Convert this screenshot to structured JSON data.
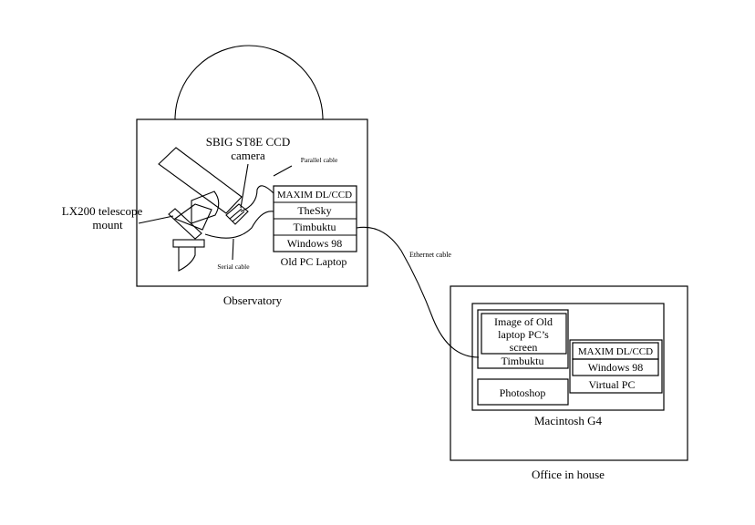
{
  "observatory": {
    "label": "Observatory",
    "camera_label_1": "SBIG ST8E CCD",
    "camera_label_2": "camera",
    "mount_label_1": "LX200 telescope",
    "mount_label_2": "mount",
    "parallel_cable": "Parallel cable",
    "serial_cable": "Serial cable",
    "laptop": {
      "label": "Old PC Laptop",
      "stack": [
        "MAXIM DL/CCD",
        "TheSky",
        "Timbuktu",
        "Windows 98"
      ]
    }
  },
  "ethernet_cable": "Ethernet cable",
  "office": {
    "label": "Office in house",
    "mac": {
      "label": "Macintosh G4",
      "image_label_1": "Image of Old",
      "image_label_2": "laptop PC’s",
      "image_label_3": "screen",
      "timbuktu": "Timbuktu",
      "photoshop": "Photoshop",
      "virtual_pc": {
        "label": "Virtual PC",
        "stack": [
          "MAXIM DL/CCD",
          "Windows 98"
        ]
      }
    }
  }
}
